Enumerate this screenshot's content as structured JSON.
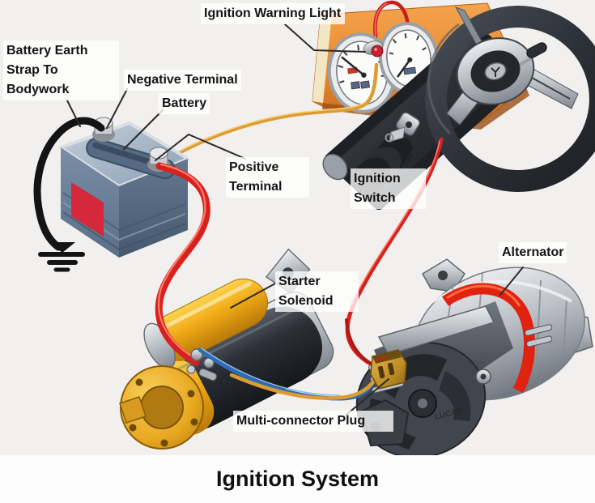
{
  "diagram": {
    "title": "Ignition System",
    "labels": {
      "battery_earth_strap": "Battery Earth Strap To Bodywork",
      "negative_terminal": "Negative Terminal",
      "battery": "Battery",
      "ignition_warning_light": "Ignition Warning Light",
      "positive_terminal": "Positive Terminal",
      "ignition_switch": "Ignition Switch",
      "starter_solenoid": "Starter Solenoid",
      "alternator": "Alternator",
      "multi_connector_plug": "Multi-connector Plug"
    },
    "part_markings": {
      "alternator_brand": "LUCAS"
    },
    "colors": {
      "background": "#f2f0ee",
      "label_text": "#141414",
      "wire_red": "#d6211f",
      "wire_yellow": "#e5a43a",
      "wire_blue": "#2e6db4",
      "earth_strap_black": "#141414",
      "battery_blue": "#6c8099",
      "battery_sticker_red": "#d5293b",
      "starter_yellow": "#f0a916",
      "alternator_silver": "#c6cad0",
      "belt_red": "#e0240f",
      "plug_gold": "#c9952e",
      "panel_orange": "#ec8f3c"
    }
  }
}
